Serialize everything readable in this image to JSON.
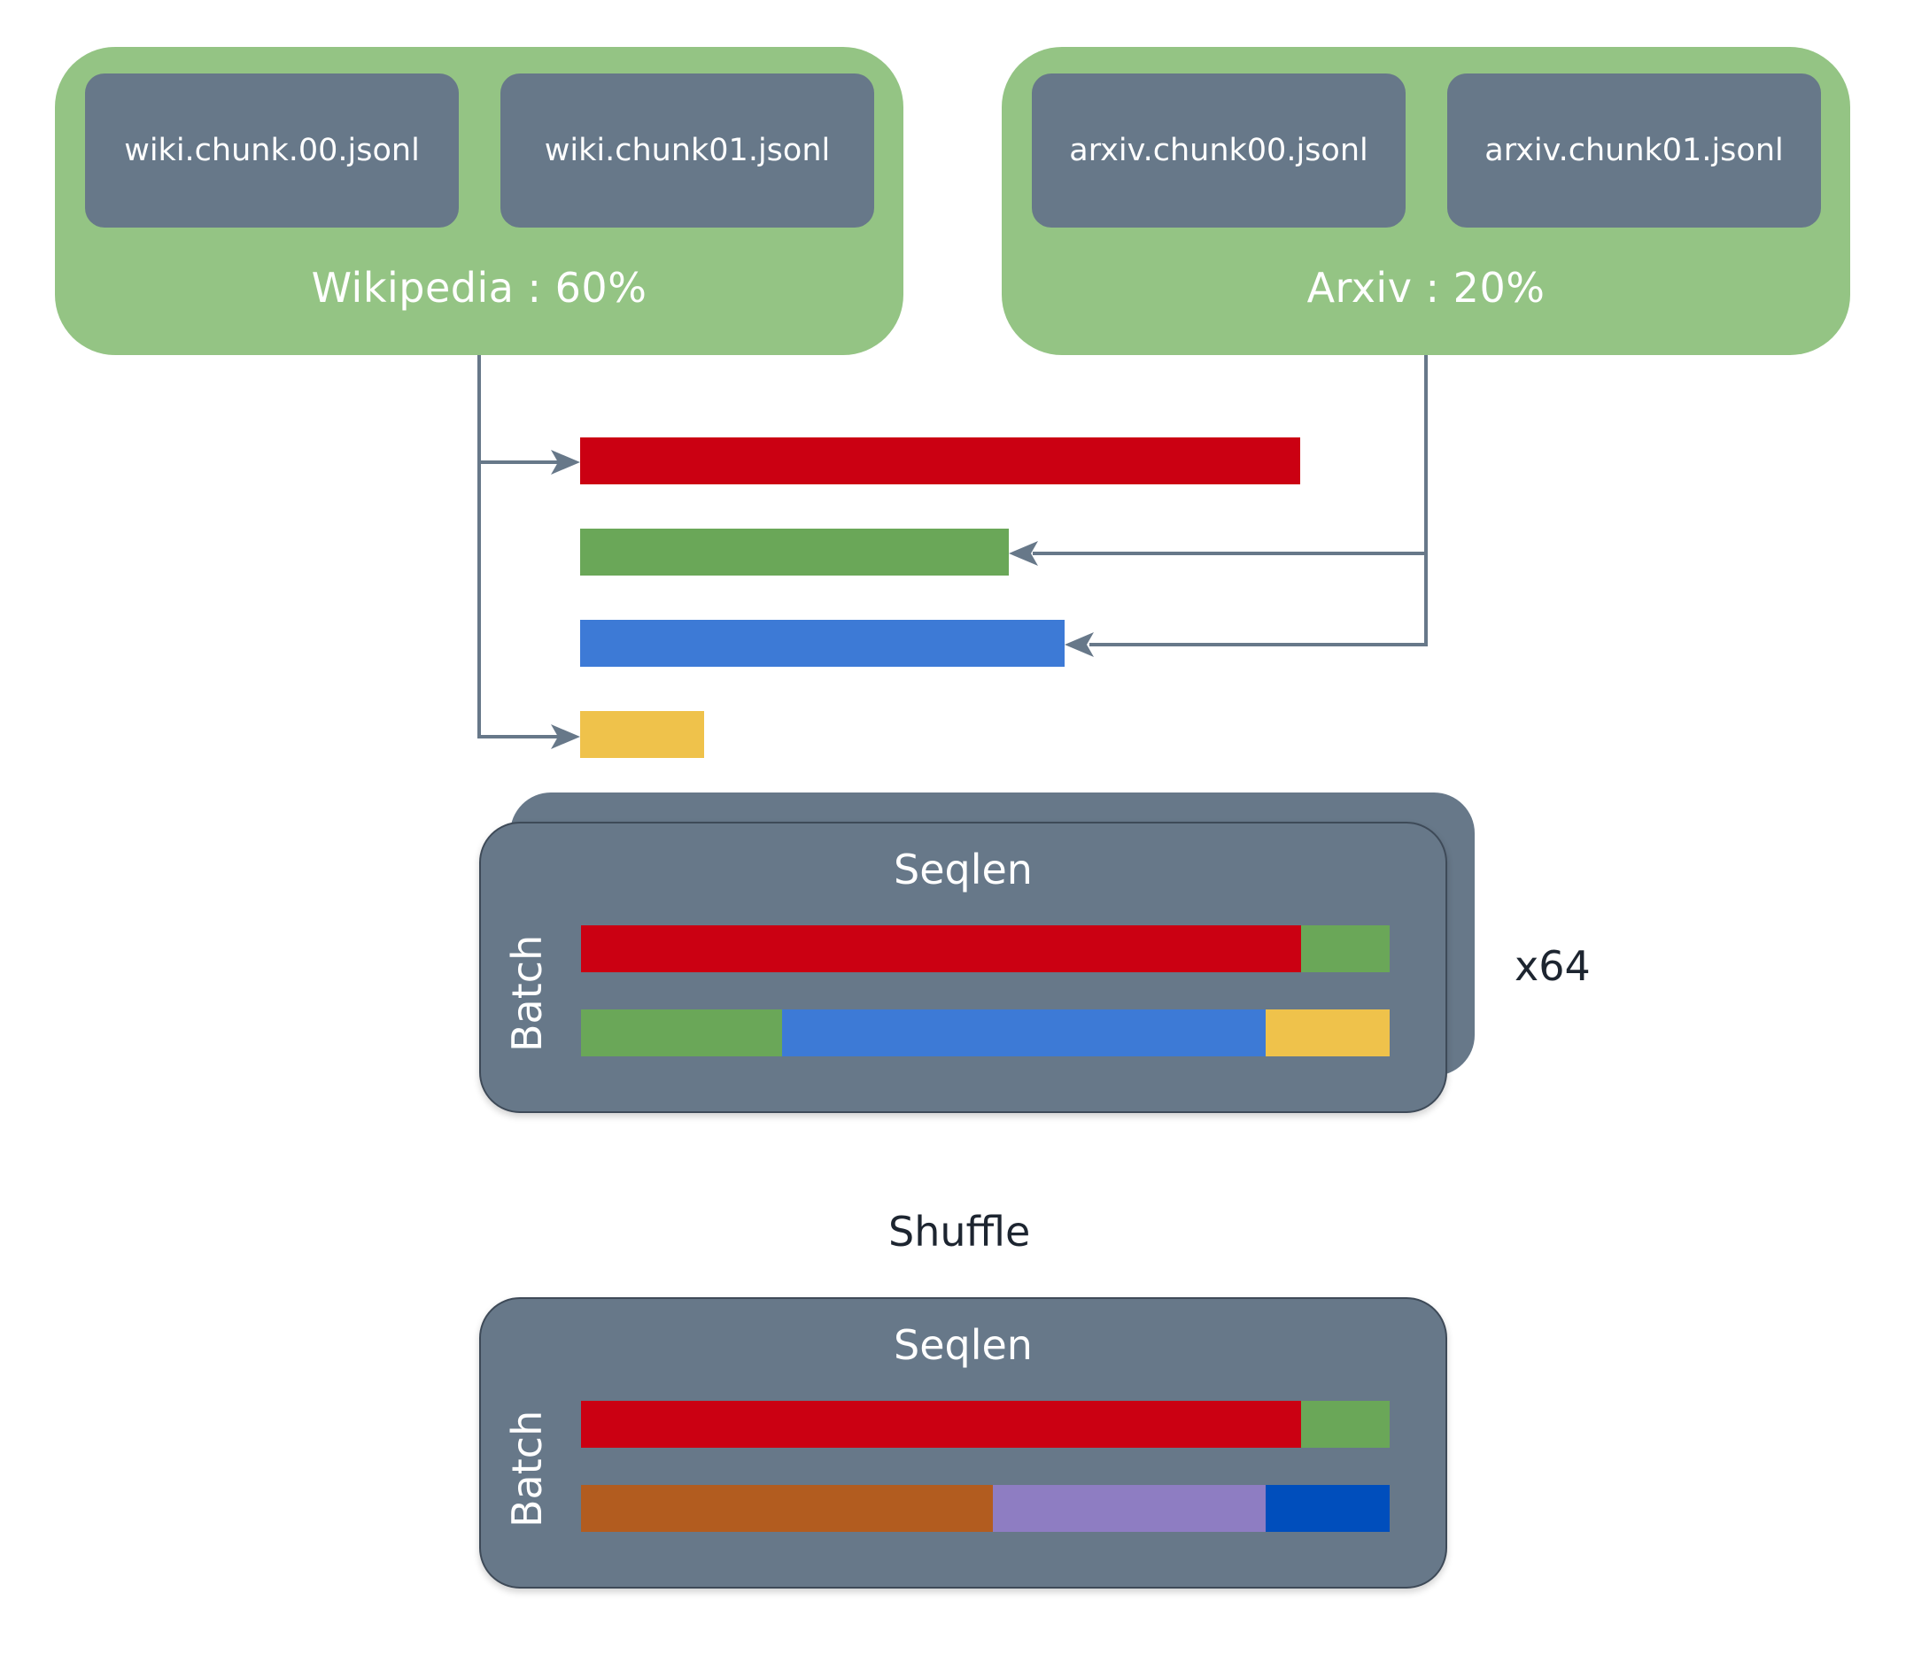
{
  "sources": [
    {
      "label": "Wikipedia : 60%",
      "chunks": [
        "wiki.chunk.00.jsonl",
        "wiki.chunk01.jsonl"
      ]
    },
    {
      "label": "Arxiv : 20%",
      "chunks": [
        "arxiv.chunk00.jsonl",
        "arxiv.chunk01.jsonl"
      ]
    }
  ],
  "documents": [
    {
      "source": "Wikipedia",
      "color": "#cb0012",
      "length": 813
    },
    {
      "source": "Arxiv",
      "color": "#6aa758",
      "length": 484
    },
    {
      "source": "Arxiv",
      "color": "#3d7ad6",
      "length": 547
    },
    {
      "source": "Wikipedia",
      "color": "#efc24b",
      "length": 140
    }
  ],
  "colors": {
    "group_bg": "#94c484",
    "chunk_bg": "#677889",
    "connector": "#677889",
    "batch_bg": "#677889"
  },
  "packed_batch": {
    "seqlen_label": "Seqlen",
    "batch_label": "Batch",
    "repeat_label": "x64",
    "rows": [
      [
        {
          "color": "#cb0012",
          "length": 813
        },
        {
          "color": "#6aa758",
          "length": 100
        }
      ],
      [
        {
          "color": "#6aa758",
          "length": 227
        },
        {
          "color": "#3d7ad6",
          "length": 546
        },
        {
          "color": "#efc24b",
          "length": 140
        }
      ]
    ]
  },
  "shuffle_label": "Shuffle",
  "shuffled_batch": {
    "seqlen_label": "Seqlen",
    "batch_label": "Batch",
    "rows": [
      [
        {
          "color": "#cb0012",
          "length": 813
        },
        {
          "color": "#6aa758",
          "length": 100
        }
      ],
      [
        {
          "color": "#b25c1f",
          "length": 465
        },
        {
          "color": "#8e7dc2",
          "length": 308
        },
        {
          "color": "#004ebc",
          "length": 140
        }
      ]
    ]
  }
}
